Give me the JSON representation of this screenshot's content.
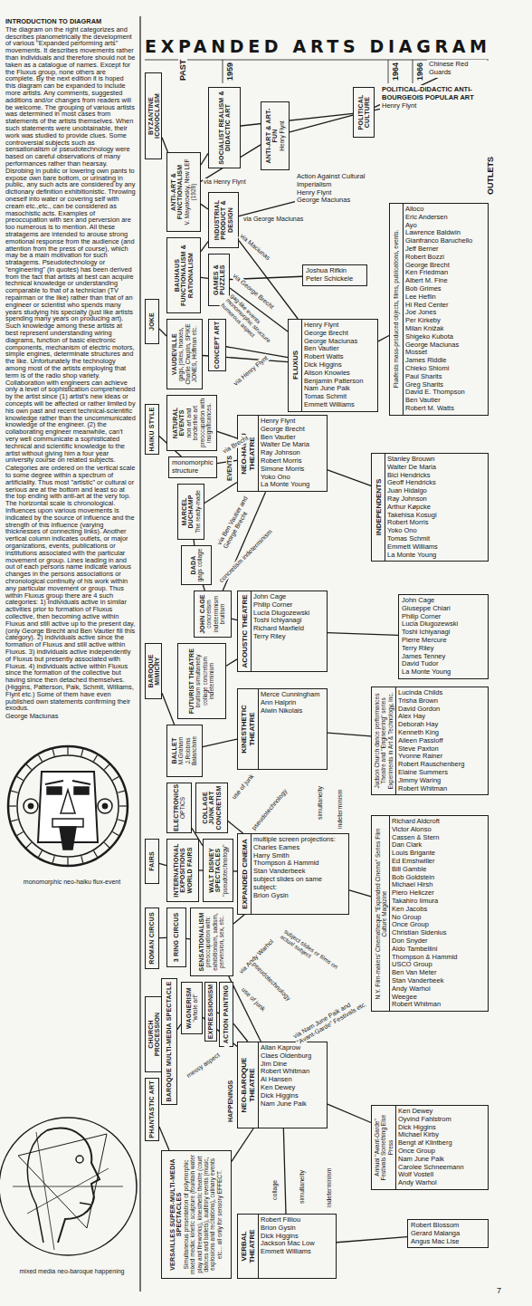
{
  "diagram": {
    "title": "EXPANDED ARTS DIAGRAM",
    "nodes": [
      {
        "text": [
          "BYZANTINE ICONOCLASM"
        ]
      },
      {
        "text": [
          "SOCIALIST REALISM & DIDACTIC ART"
        ]
      },
      {
        "text": [
          "ANTI-ART & ART-FUN",
          "Henry Flynt"
        ]
      },
      {
        "text": [
          "POLITICAL CULTURE"
        ]
      },
      {
        "text": [
          "POLITICAL-DIDACTIC ANTI-BOURGEOIS POPULAR ART",
          "Henry Flynt"
        ]
      },
      {
        "text": [
          "Chinese Red Guards"
        ]
      },
      {
        "text": [
          "ANTI-ART & FUNCTIONALISM",
          "V. Mayakovsky, New LEF (1928)"
        ]
      },
      {
        "text": [
          "Action Against Cultural Imperialism",
          "Henry Flynt",
          "George Maciunas"
        ]
      },
      {
        "text": [
          "INDUSTRIAL PRODUCT & DESIGN"
        ]
      },
      {
        "text": [
          "BAUHAUS FUNCTIONALISM & RATIONALISM"
        ]
      },
      {
        "text": [
          "GAMES & PUZZLES"
        ]
      },
      {
        "text": [
          "Joshua Rifkin",
          "Peter Schickele"
        ]
      },
      {
        "text": [
          "VAUDEVILLE",
          "gags, jokes, hoaxes, Charlie Chaplin, SPIKE JONES, Hoffman etc."
        ]
      },
      {
        "text": [
          "JOKE"
        ]
      },
      {
        "text": [
          "CONCEPT ART"
        ]
      },
      {
        "text": [
          "NATURAL EVENTS",
          "non art and borderline art preoccupation with insignificances."
        ]
      },
      {
        "text": [
          "HAIKU STYLE"
        ]
      },
      {
        "text": [
          "monomorphic structure"
        ]
      },
      {
        "text": [
          "FLUXUS",
          "Henry Flynt",
          "George Brecht",
          "George Maciunas",
          "Ben Vautier",
          "Robert Watts",
          "Dick Higgins",
          "Alison Knowles",
          "Benjamin Patterson",
          "Nam June Paik",
          "Tomas Schmit",
          "Emmett Williams"
        ]
      },
      {
        "text": [
          "Fluxfests mass-produced objects, films, publications, events.",
          "Alloco",
          "Eric Andersen",
          "Ayo",
          "Lawrence Baldwin",
          "Gianfranco Baruchello",
          "Jeff Berner",
          "Robert Bozzi",
          "George Brecht",
          "Ken Friedman",
          "Albert M. Fine",
          "Bob Grimes",
          "Lee Heflin",
          "Hi Red Center",
          "Joe Jones",
          "Per Kirkeby",
          "Milan Knižak",
          "Shigeko Kubota",
          "George Maciunas",
          "Mosset",
          "James Riddle",
          "Chieko Shiomi",
          "Paul Sharits",
          "Greg Sharits",
          "David E. Thompson",
          "Ben Vautier",
          "Robert M. Watts"
        ]
      },
      {
        "text": [
          "NEO-HAIKU THEATRE",
          "Henry Flynt",
          "George Brecht",
          "Ben Vautier",
          "Walter De Maria",
          "Ray Johnson",
          "Robert Morris",
          "Simone Morris",
          "Yoko Ono",
          "La Monte Young"
        ]
      },
      {
        "text": [
          "MARCEL DUCHAMP",
          "The ready-made"
        ]
      },
      {
        "text": [
          "DADA",
          "gags collage"
        ]
      },
      {
        "text": [
          "INDEPENDENTS",
          "Stanley Brouwn",
          "Walter De Maria",
          "Bici Hendricks",
          "Geoff Hendricks",
          "Juan Hidalgo",
          "Ray Johnson",
          "Arthur Køpcke",
          "Takehisa Kosugi",
          "Robert Morris",
          "Yoko Ono",
          "Tomas Schmit",
          "Emmett Williams",
          "La Monte Young"
        ]
      },
      {
        "text": [
          "JOHN CAGE",
          "concretism indeterminism bruitism"
        ]
      },
      {
        "text": [
          "ACOUSTIC THEATRE",
          "John Cage",
          "Philip Corner",
          "Lucia Dlugozewski",
          "Toshi Ichiyanagi",
          "Richard Maxfield",
          "Terry Riley"
        ]
      },
      {
        "text": [
          "John Cage",
          "Giuseppe Chiari",
          "Philip Corner",
          "Lucia Dlugozewski",
          "Toshi Ichiyanagi",
          "Pierre Mercure",
          "Terry Riley",
          "James Tenney",
          "David Tudor",
          "La Monte Young"
        ]
      },
      {
        "text": [
          "BAROQUE MIMICRY"
        ]
      },
      {
        "text": [
          "FUTURIST THEATRE",
          "bruitism simultaneity collage concretism indeterminism"
        ]
      },
      {
        "text": [
          "BALLET",
          "M.Graham J.Robbins Balanchine"
        ]
      },
      {
        "text": [
          "KINESTHETIC THEATRE",
          "Merce Cunningham",
          "Ann Halprin",
          "Alwin Nikolais"
        ]
      },
      {
        "text": [
          "Judson Church dance performances Theatre and \"Engineering\" series Experiments in Art & Technology, Inc.",
          "Lucinda Childs",
          "Trisha Brown",
          "David Gordon",
          "Alex Hay",
          "Deborah Hay",
          "Kenneth King",
          "Aileen Passloff",
          "Steve Paxton",
          "Yvonne Rainer",
          "Robert Rauschenberg",
          "Elaine Summers",
          "Jimmy Waring",
          "Robert Whitman"
        ]
      },
      {
        "text": [
          "ELECTRONICS",
          "OPTICS"
        ]
      },
      {
        "text": [
          "COLLAGE JUNK ART CONCRETISM"
        ]
      },
      {
        "text": [
          "FAIRS"
        ]
      },
      {
        "text": [
          "INTERNATIONAL EXPOSITIONS WORLD FAIRS"
        ]
      },
      {
        "text": [
          "WALT DISNEY SPECTACLES",
          "\"pseudotechnology\""
        ]
      },
      {
        "text": [
          "EXPANDED CINEMA",
          "multiple screen projections:",
          "Charles Eames",
          "Harry Smith",
          "Thompson & Hammid",
          "Stan Vanderbeek",
          "subject slides on same subject:",
          "Brion Gysin"
        ]
      },
      {
        "text": [
          "N.Y. Film-makers' Cinematheque \"Expanded Cinema\" Series Film Culture Magazine",
          "Richard Aldcroft",
          "Victor Alonso",
          "Cassen & Stern",
          "Dan Clark",
          "Louis Brigante",
          "Ed Emshwiller",
          "Bill Gamble",
          "Bob Goldstein",
          "Michael Hirsh",
          "Piero Heliczer",
          "Takahiro Iimura",
          "Ken Jacobs",
          "No Group",
          "Once Group",
          "Christian Sidenius",
          "Don Snyder",
          "Aldo Tambellini",
          "Thompson & Hammid",
          "USCO Group",
          "Ben Van Meter",
          "Stan Vanderbeek",
          "Andy Warhol",
          "Weegee",
          "Robert Whitman"
        ]
      },
      {
        "text": [
          "ROMAN CIRCUS"
        ]
      },
      {
        "text": [
          "3 RING CIRCUS"
        ]
      },
      {
        "text": [
          "SENSATIONALISM",
          "preoccupation with: exhibitionism, sadism, perversion, sex, etc."
        ]
      },
      {
        "text": [
          "BAROQUE MULTI-MEDIA SPECTACLE"
        ]
      },
      {
        "text": [
          "CHURCH PROCESSION"
        ]
      },
      {
        "text": [
          "WAGNERISM",
          "\"whole art\""
        ]
      },
      {
        "text": [
          "EXPRESSIONISM"
        ]
      },
      {
        "text": [
          "ACTION PAINTING"
        ]
      },
      {
        "text": [
          "NEO-BAROQUE THEATRE",
          "Allan Kaprow",
          "Claes Oldenburg",
          "Jim Dine",
          "Robert Whitman",
          "Al Hansen",
          "Ken Dewey",
          "Dick Higgins",
          "Nam June Paik"
        ]
      },
      {
        "text": [
          "Annual \"Avant-Garde\" Festivals Something Else Press",
          "Ken Dewey",
          "Oyvind Fahlstrom",
          "Dick Higgins",
          "Michael Kirby",
          "Bengt af Klintberg",
          "Once Group",
          "Nam June Paik",
          "Carolee Schneemann",
          "Wolf Vostell",
          "Andy Warhol"
        ]
      },
      {
        "text": [
          "PHANTASTIC ART"
        ]
      },
      {
        "text": [
          "VERSAILLES SUPER-MULTI-MEDIA SPECTACLES",
          "Simultaneous presentation of polymorphic mixed media: kinetic sculpture (fountain water play and fireworks), kinesthetic theatre (court dances and ballets), auditory events (music, explosions and recitations), culinary events etc... all only for sensory EFFECT."
        ]
      },
      {
        "text": [
          "VERBAL THEATRE",
          "Robert Filliou",
          "Brion Gysin",
          "Dick Higgins",
          "Jackson Mac Low",
          "Emmett Williams"
        ]
      },
      {
        "text": [
          "Robert Blossom",
          "Gerard Malanga",
          "Angus Mac Lise"
        ]
      }
    ],
    "edges": [
      {
        "from": 0,
        "to": 6,
        "arrow": "none"
      },
      {
        "from": 6,
        "to": 1,
        "arrow": "none"
      },
      {
        "from": 1,
        "to": 3,
        "arrow": "none"
      },
      {
        "from": 2,
        "to": 3,
        "arrow": "none"
      },
      {
        "from": 3,
        "to": 4,
        "arrow": "none"
      },
      {
        "from": 3,
        "to": 5,
        "arrow": "none"
      },
      {
        "from": 6,
        "to": 2,
        "arrow": "none"
      },
      {
        "from": 6,
        "to": 8,
        "arrow": "none"
      },
      {
        "from": 8,
        "to": 7,
        "arrow": "none"
      },
      {
        "from": 9,
        "to": 8,
        "arrow": "none"
      },
      {
        "from": 9,
        "to": 10,
        "arrow": "none"
      },
      {
        "from": 8,
        "to": 18,
        "arrow": "none"
      },
      {
        "from": 10,
        "to": 18,
        "arrow": "none"
      },
      {
        "from": 10,
        "to": 11,
        "arrow": "none"
      },
      {
        "from": 13,
        "to": 12,
        "arrow": "none"
      },
      {
        "from": 12,
        "to": 18,
        "arrow": "none"
      },
      {
        "from": 14,
        "to": 18,
        "arrow": "none"
      },
      {
        "from": 15,
        "to": 20,
        "arrow": "none"
      },
      {
        "from": 16,
        "to": 17,
        "arrow": "none"
      },
      {
        "from": 17,
        "to": 20,
        "arrow": "none"
      },
      {
        "from": 21,
        "to": 20,
        "arrow": "none"
      },
      {
        "from": 22,
        "to": 21,
        "arrow": "none"
      },
      {
        "from": 22,
        "to": 24,
        "arrow": "none"
      },
      {
        "from": 24,
        "to": 20,
        "arrow": "none"
      },
      {
        "from": 24,
        "to": 25,
        "arrow": "none"
      },
      {
        "from": 18,
        "to": 19,
        "arrow": "none"
      },
      {
        "from": 20,
        "to": 23,
        "arrow": "none"
      },
      {
        "from": 25,
        "to": 26,
        "arrow": "none"
      },
      {
        "from": 27,
        "to": 29,
        "arrow": "none"
      },
      {
        "from": 28,
        "to": 25,
        "arrow": "none"
      },
      {
        "from": 29,
        "to": 30,
        "arrow": "none"
      },
      {
        "from": 30,
        "to": 31,
        "arrow": "none"
      },
      {
        "from": 32,
        "to": 36,
        "arrow": "none"
      },
      {
        "from": 33,
        "to": 37,
        "arrow": "none"
      },
      {
        "from": 34,
        "to": 35,
        "arrow": "none"
      },
      {
        "from": 35,
        "to": 36,
        "arrow": "none"
      },
      {
        "from": 36,
        "to": 37,
        "arrow": "none"
      },
      {
        "from": 37,
        "to": 38,
        "arrow": "none"
      },
      {
        "from": 39,
        "to": 40,
        "arrow": "none"
      },
      {
        "from": 40,
        "to": 41,
        "arrow": "none"
      },
      {
        "from": 41,
        "to": 37,
        "arrow": "none"
      },
      {
        "from": 41,
        "to": 47,
        "arrow": "none"
      },
      {
        "from": 43,
        "to": 42,
        "arrow": "none"
      },
      {
        "from": 42,
        "to": 44,
        "arrow": "none"
      },
      {
        "from": 44,
        "to": 47,
        "arrow": "none"
      },
      {
        "from": 45,
        "to": 46,
        "arrow": "none"
      },
      {
        "from": 46,
        "to": 47,
        "arrow": "none"
      },
      {
        "from": 49,
        "to": 50,
        "arrow": "none"
      },
      {
        "from": 50,
        "to": 47,
        "arrow": "none"
      },
      {
        "from": 47,
        "to": 48,
        "arrow": "none"
      },
      {
        "from": 47,
        "to": 51,
        "arrow": "none"
      },
      {
        "from": 51,
        "to": 52,
        "arrow": "none"
      }
    ],
    "labels": [
      "INTRODUCTION TO DIAGRAM",
      "The diagram on the right categorizes and describes planometrically the development of various \"Expanded performing arts\" movements. It describes movements rather than individuals and therefore should not be taken as a catalogue of names. Except for the Fluxus group, none others are complete. By the next edition it is hoped this diagram can be expanded to include more artists. Any comments, suggested additions and/or changes from readers will be welcome. The grouping of various artists was determined in most cases from statements of the artists themselves. When such statements were unobtainable, their work was studied to provide clues. Some controversial subjects such as sensationalism or pseudotechnology were based on careful observations of many performances rather than hearsay. Disrobing in public or lowering own pants to expose own bare bottom, or urinating in public, any such acts are considered by any dictionary definition exhibitionistic. Throwing oneself into water or covering self with cream etc.,etc., can be considered as masochistic acts. Examples of preoccupation with sex and perversion are too numerous is to mention. All these stratagems are intended to arouse strong emotional response from the audience (and attention from the press of course), which may be a main motivation for such stratagems. Pseudotechnology or \"engineering\" (in quotes) has been derived from the fact that artists at best can acquire technical knowledge or understanding comparable to that of a technician (TV repairman or the like) rather than that of an engineer or scientist who spends many years studying his specialty (just like artists spending many years on producing art). Such knowledge among these artists at best represent understanding wiring diagrams, function of basic electronic components, mechanism of electric motors, simple engines, determinate structures and the like. Unfortunately the technology among most of the artists employing that term is of the radio shop variety. Collaboration with engineers can achieve only a level of sophistication comprehended by the artist since (1) artist's new ideas or concepts will be affected or rather limited by his own past and recent technical-scientific knowledge rather than the uncommunicated knowledge of the engineer. (2) the collaborating engineer meanwhile, can't very well communicate a sophisticated technical and scientific knowledge to the artist without giving him a four year university course on related subjects.",
      "Categories are ordered on the vertical scale to some degree within a spectrum of artificiality. Thus most \"artistic\" or cultural or serious are at the bottom and least so at the top ending with anti-art at the very top. The horizontal scale is chronological. Influences upon various movements is indicated by the source of influence and the strength of this influence (varying thicknesses of connecting links). Another vertical column indicates outlets, or major organizations, events, publications or institutions associated with the particular movement or group. Lines leading in and out of each persons name indicate various changes in the persons associations or chronological continuity of his work within any particular movement or group. Thus within Fluxus group there are 4 such categories: 1) individuals active in similar activities prior to formation of Fluxus collective, then becoming active within Fluxus and still active up to the present day, (only George Brecht and Ben Vautier fill this category). 2) individuals active since the formation of Fluxus and still active within Fluxus. 3) individuals active independently of Fluxus but presently associated with Fluxus. 4) individuals active within Fluxus since the formation of the collective but having since then detached themselves. (Higgins, Patterson, Paik, Schmit, Williams, Flynt etc.) Some of them have even published own statements confirming their exodus.",
      "George Maciunas",
      "monomorphic neo-haiku flux-event",
      "mixed media neo-baroque happening",
      "PAST",
      "1959",
      "1964",
      "1966",
      "via Henry Flynt",
      "via George Maciunas",
      "via Maciunas",
      "via George Brecht",
      "OUTLETS",
      "gag-like events monomorphic structure humorous aspect",
      "via Henry Flynt",
      "via Brecht",
      "EVENTS",
      "via Ben Vautier and George Brecht",
      "concretism indeterminism",
      "use of junk",
      "pseudotechnology",
      "simultaneity",
      "indeterminism",
      "via Andy Warhol",
      "subject slides or films on actual subject",
      "pseudotechnology",
      "use of junk",
      "via Nam June Paik and \"Avant-Garde\" Festivals etc.",
      "messy aspect",
      "HAPPENINGS",
      "collage",
      "simultaneity",
      "indeterminism",
      "7"
    ]
  }
}
